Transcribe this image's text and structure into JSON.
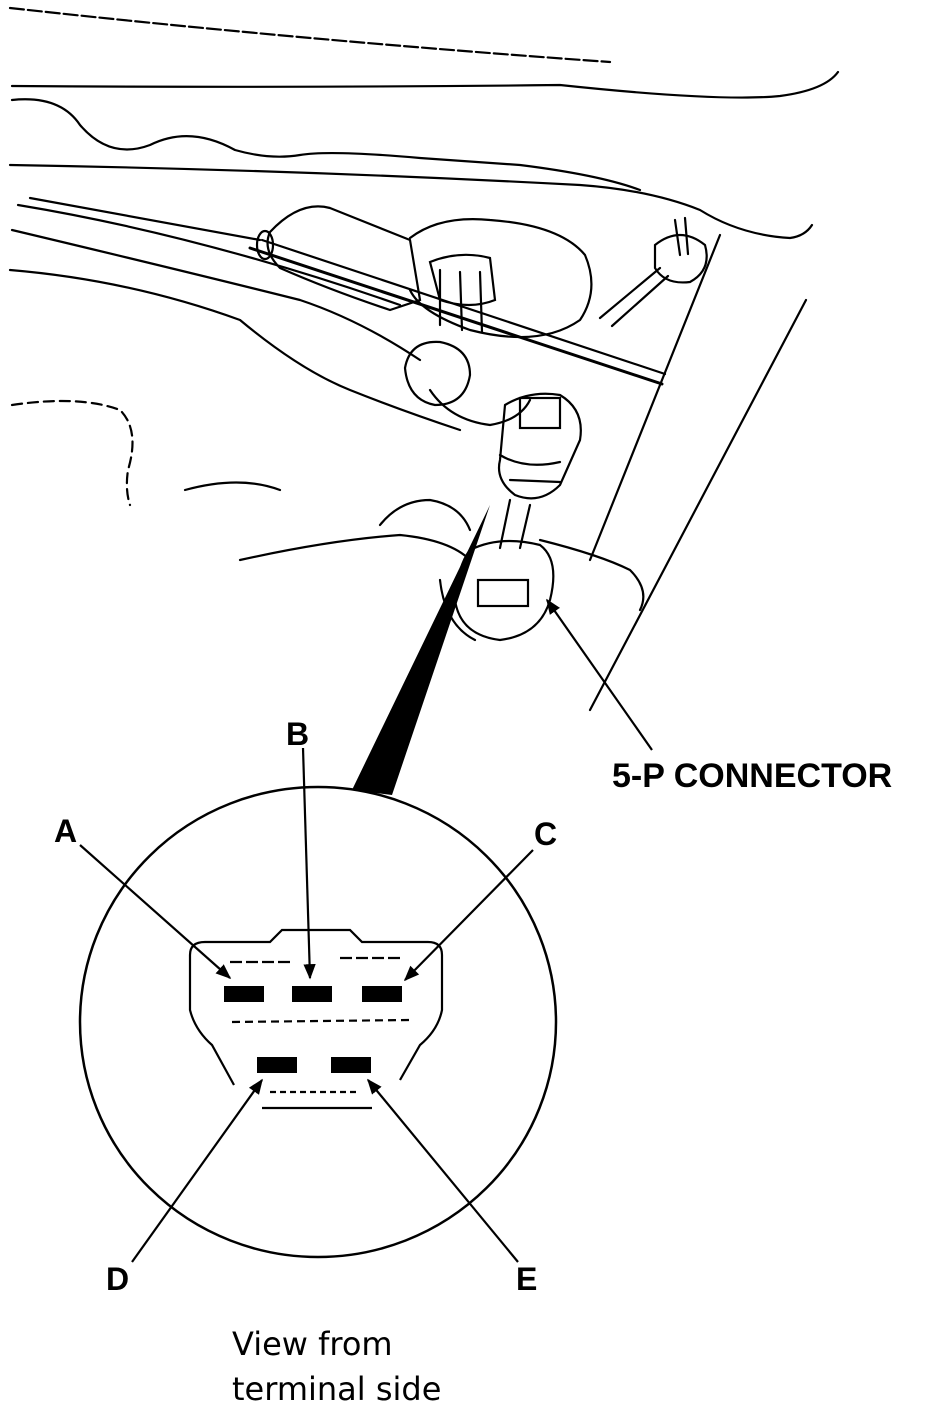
{
  "connector_label": "5-P CONNECTOR",
  "terminal_labels": {
    "a": "A",
    "b": "B",
    "c": "C",
    "d": "D",
    "e": "E"
  },
  "caption": {
    "line1": "View from",
    "line2": "terminal side"
  },
  "colors": {
    "ink": "#000000",
    "paper": "#ffffff"
  }
}
